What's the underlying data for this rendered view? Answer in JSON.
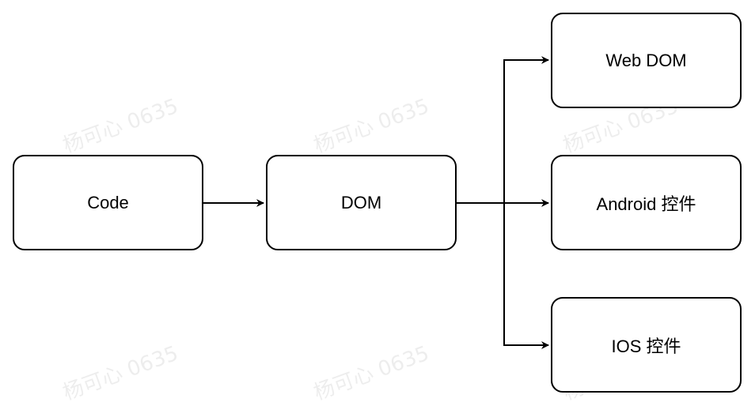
{
  "nodes": {
    "code": "Code",
    "dom": "DOM",
    "web_dom": "Web DOM",
    "android": "Android 控件",
    "ios": "IOS 控件"
  },
  "watermark": "杨可心 0635",
  "colors": {
    "stroke": "#000000",
    "background": "#ffffff"
  }
}
